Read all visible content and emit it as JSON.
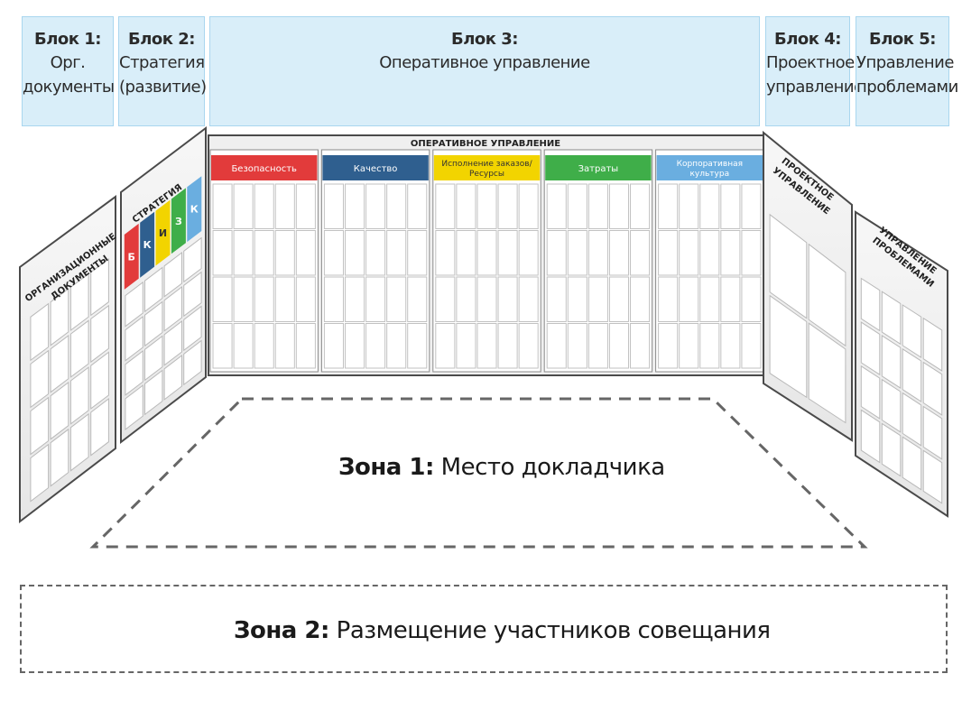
{
  "blocks": [
    {
      "title": "Блок 1:",
      "lines": [
        "Орг.",
        "документы"
      ]
    },
    {
      "title": "Блок 2:",
      "lines": [
        "Стратегия",
        "(развитие)"
      ]
    },
    {
      "title": "Блок 3:",
      "lines": [
        "Оперативное управление"
      ]
    },
    {
      "title": "Блок 4:",
      "lines": [
        "Проектное",
        "управление"
      ]
    },
    {
      "title": "Блок 5:",
      "lines": [
        "Управление",
        "проблемами"
      ]
    }
  ],
  "boards": {
    "left1_title": [
      "ОРГАНИЗАЦИОННЫЕ",
      "ДОКУМЕНТЫ"
    ],
    "left2_title": "СТРАТЕГИЯ",
    "strategy_tags": [
      {
        "letter": "Б",
        "color": "#e23b3b"
      },
      {
        "letter": "К",
        "color": "#2f5f8f"
      },
      {
        "letter": "И",
        "color": "#f2d400"
      },
      {
        "letter": "З",
        "color": "#3fae49"
      },
      {
        "letter": "К",
        "color": "#6aaee0"
      }
    ],
    "center_title": "ОПЕРАТИВНОЕ УПРАВЛЕНИЕ",
    "center_columns": [
      {
        "label": "Безопасность",
        "color": "#e23b3b",
        "text_color": "#ffffff"
      },
      {
        "label": "Качество",
        "color": "#2f5f8f",
        "text_color": "#ffffff"
      },
      {
        "label": "Исполнение заказов/ Ресурсы",
        "color": "#f2d400",
        "text_color": "#333333"
      },
      {
        "label": "Затраты",
        "color": "#3fae49",
        "text_color": "#ffffff"
      },
      {
        "label": "Корпоративная культура",
        "color": "#6aaee0",
        "text_color": "#ffffff"
      }
    ],
    "right1_title": [
      "ПРОЕКТНОЕ",
      "УПРАВЛЕНИЕ"
    ],
    "right2_title": [
      "УПРАВЛЕНИЕ",
      "ПРОБЛЕМАМИ"
    ]
  },
  "zones": [
    {
      "bold": "Зона 1:",
      "text": " Место докладчика"
    },
    {
      "bold": "Зона 2:",
      "text": " Размещение участников совещания"
    }
  ]
}
